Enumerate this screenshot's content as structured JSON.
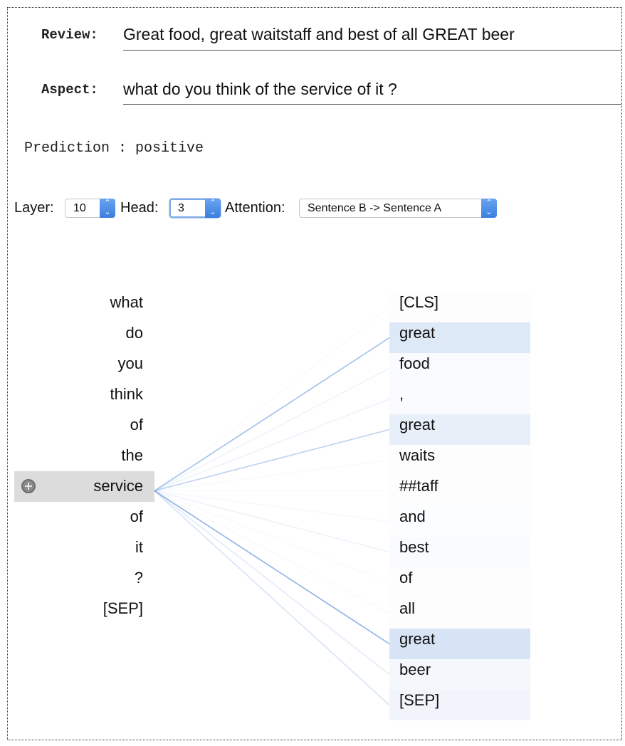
{
  "review": {
    "label": "Review:",
    "value": "Great food, great waitstaff and best of all GREAT beer"
  },
  "aspect": {
    "label": "Aspect:",
    "value": "what do you think of the service of it ?"
  },
  "prediction": {
    "label": "Prediction :",
    "value": "positive"
  },
  "controls": {
    "layer": {
      "label": "Layer:",
      "value": "10"
    },
    "head": {
      "label": "Head:",
      "value": "3"
    },
    "attention": {
      "label": "Attention:",
      "value": "Sentence B -> Sentence A"
    }
  },
  "colors": {
    "highlight": "#cfdff3",
    "line": "#6f9be0",
    "selected_bg": "#dcdcdc"
  },
  "sentence_b_tokens": [
    "what",
    "do",
    "you",
    "think",
    "of",
    "the",
    "service",
    "of",
    "it",
    "?",
    "[SEP]"
  ],
  "selected_token_index": 6,
  "sentence_a_tokens": [
    "[CLS]",
    "great",
    "food",
    ",",
    "great",
    "waits",
    "##taff",
    "and",
    "best",
    "of",
    "all",
    "great",
    "beer",
    "[SEP]"
  ],
  "attention_weights": [
    0.02,
    0.7,
    0.12,
    0.12,
    0.5,
    0.05,
    0.04,
    0.06,
    0.12,
    0.03,
    0.05,
    0.85,
    0.22,
    0.3
  ]
}
